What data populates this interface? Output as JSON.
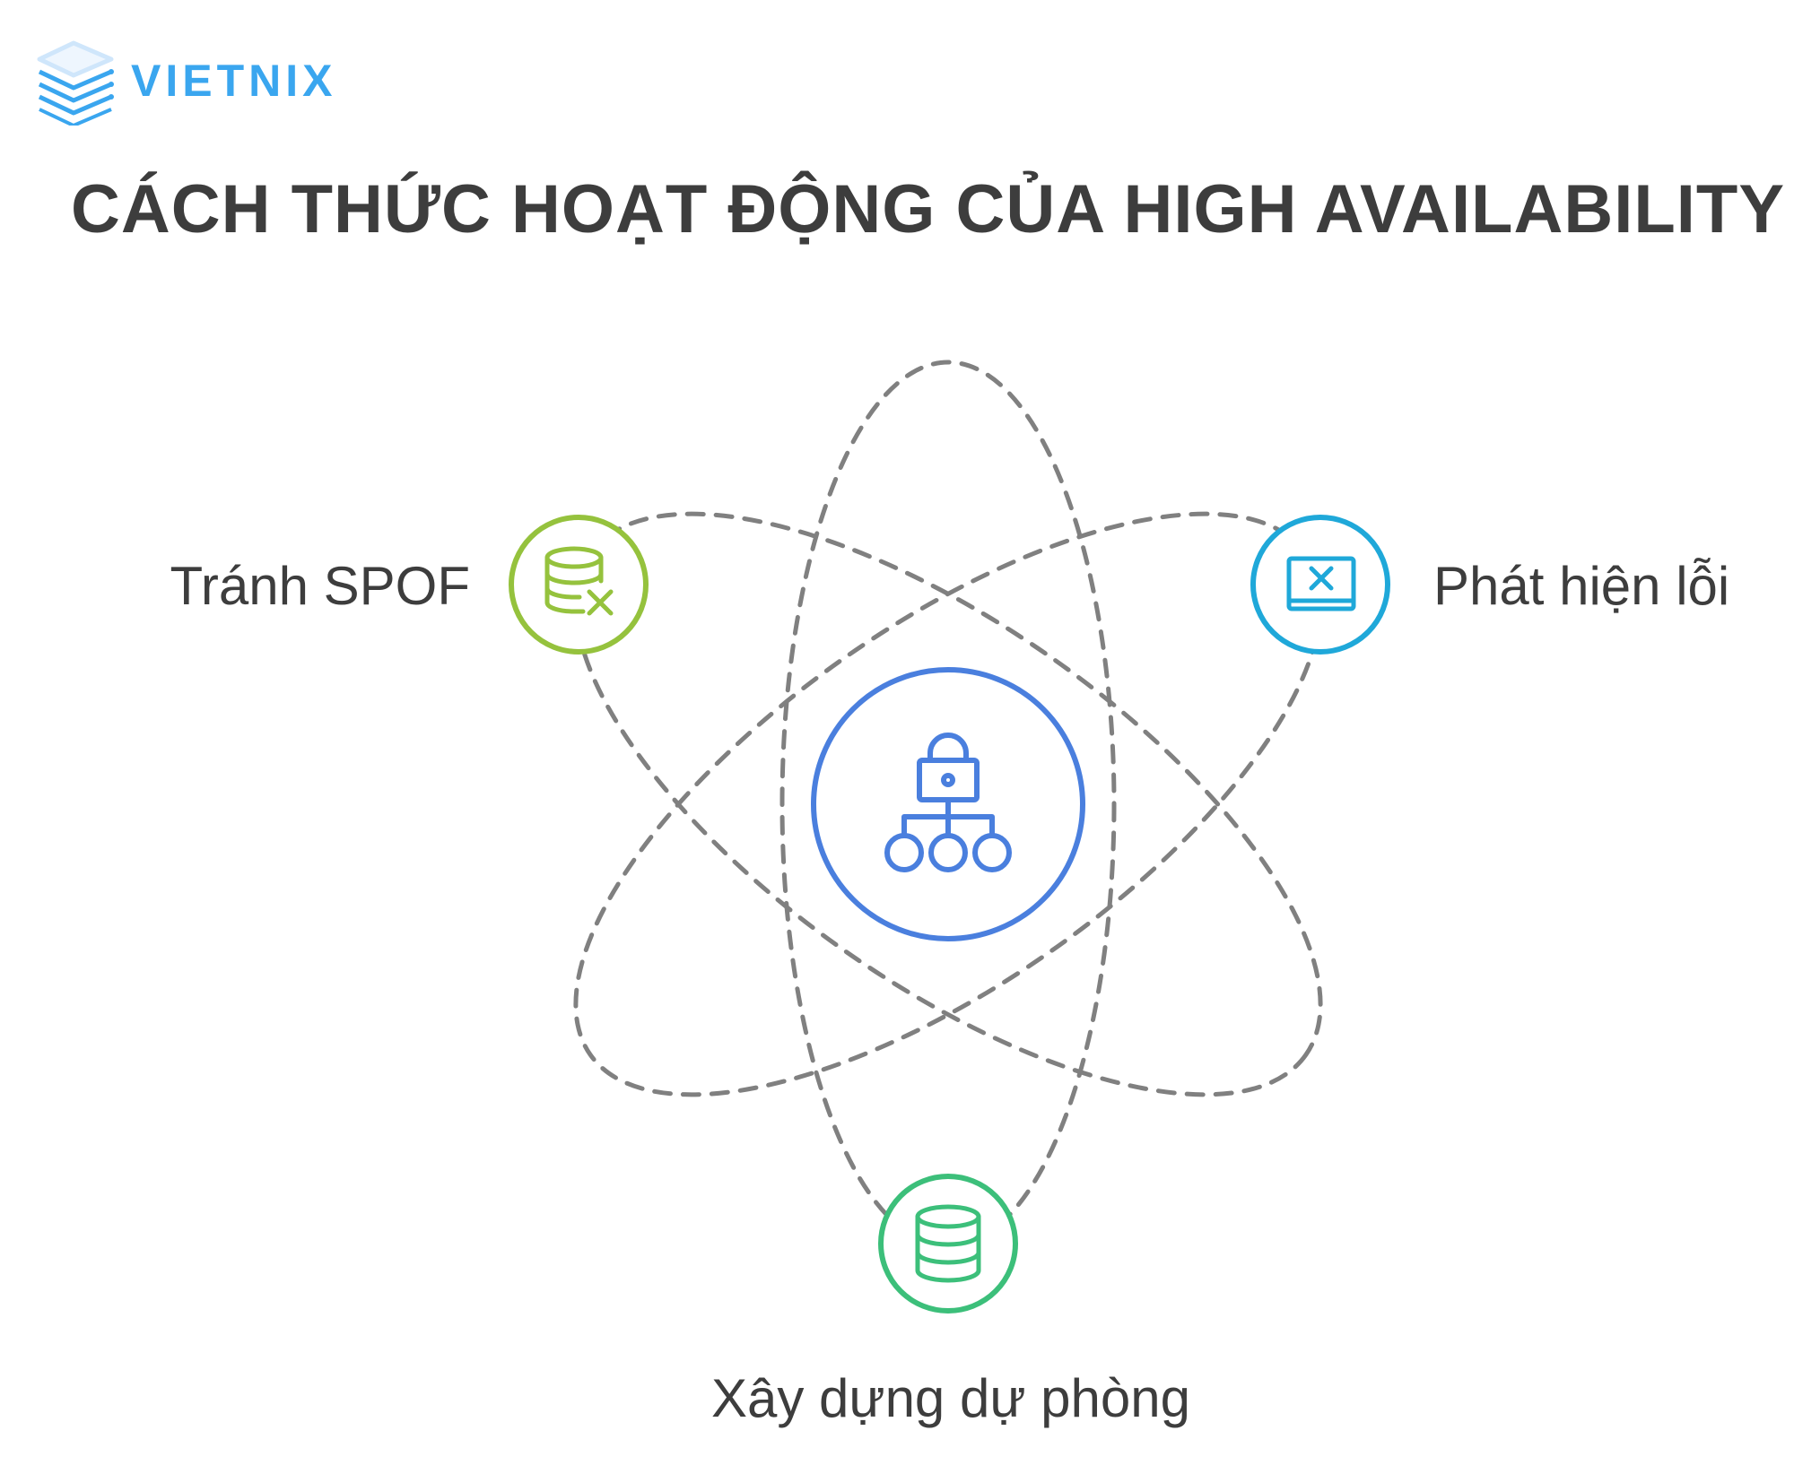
{
  "brand": {
    "name": "VIETNIX",
    "color": "#3aa6ef"
  },
  "title": "CÁCH THỨC HOẠT ĐỘNG CỦA HIGH AVAILABILITY",
  "center": {
    "icon": "lock-network-icon",
    "color": "#4a7fde"
  },
  "nodes": {
    "left": {
      "label": "Tránh SPOF",
      "icon": "database-x-icon",
      "color": "#95c23d"
    },
    "right": {
      "label": "Phát hiện lỗi",
      "icon": "window-x-icon",
      "color": "#1fa8d9"
    },
    "bottom": {
      "label": "Xây dựng dự phòng",
      "icon": "database-icon",
      "color": "#3cbf7a"
    }
  },
  "orbit_color": "#808080"
}
